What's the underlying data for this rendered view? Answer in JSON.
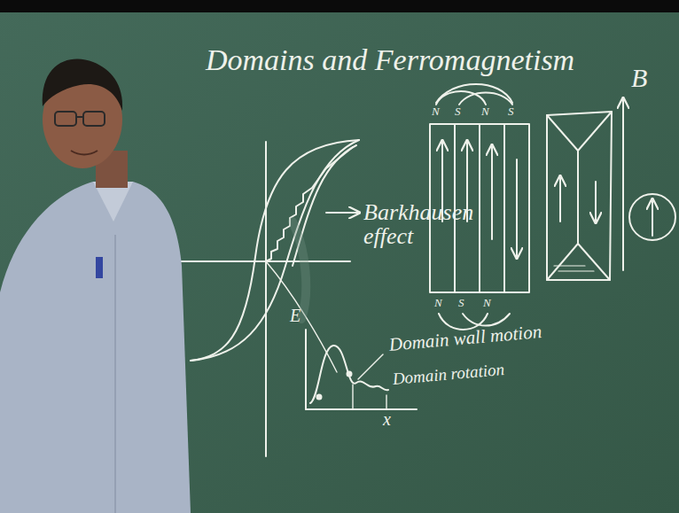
{
  "diagram": {
    "title": "Domains and Ferromagnetism",
    "labels": [
      "Barkhausen effect",
      "N",
      "S",
      "N",
      "S",
      "N",
      "S",
      "N",
      "B",
      "E",
      "x",
      "Domain wall motion",
      "Domain rotation"
    ]
  }
}
